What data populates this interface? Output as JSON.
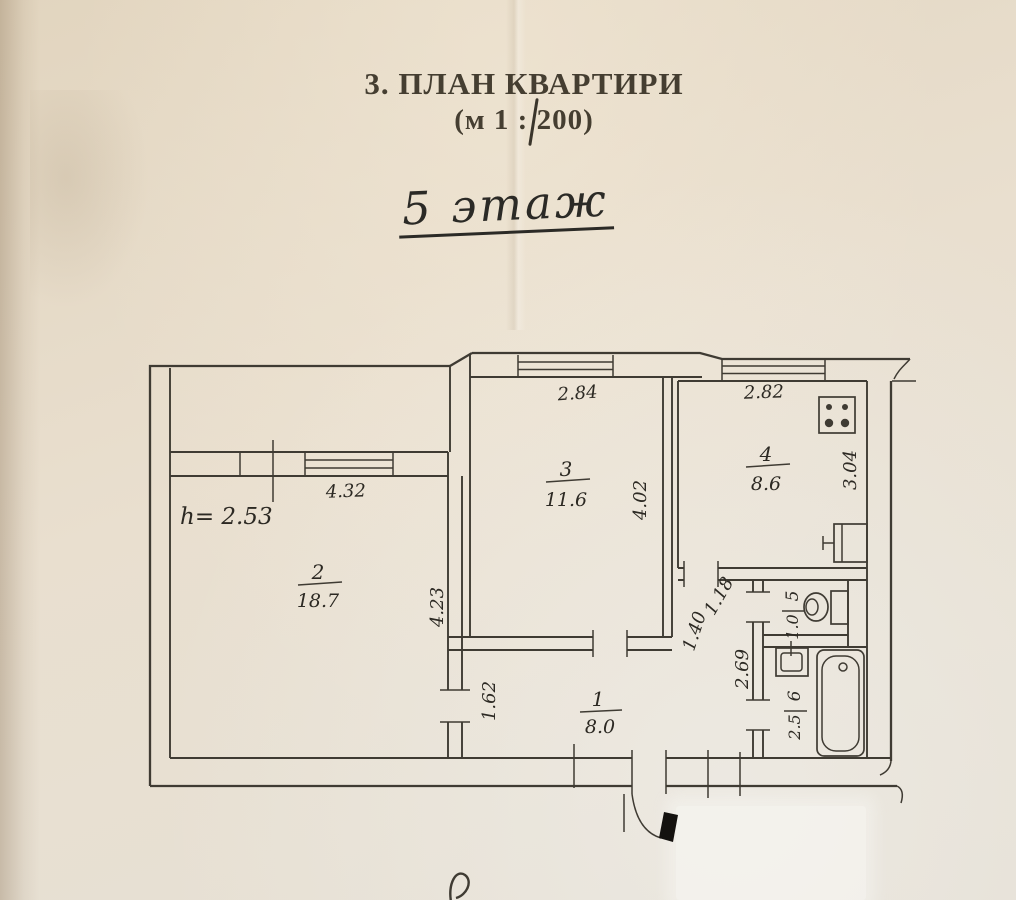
{
  "document": {
    "title": "3. ПЛАН КВАРТИРИ",
    "scale_note": "(м 1 : 200)",
    "floor_note": "5 этаж"
  },
  "plan": {
    "height_note": "h= 2.53",
    "rooms": [
      {
        "number": "1",
        "area": "8.0"
      },
      {
        "number": "2",
        "area": "18.7"
      },
      {
        "number": "3",
        "area": "11.6"
      },
      {
        "number": "4",
        "area": "8.6"
      },
      {
        "number": "5",
        "area": "1.0"
      },
      {
        "number": "6",
        "area": "2.5"
      }
    ],
    "dims": {
      "room2_window_width": "4.32",
      "room3_width": "2.84",
      "kitchen_width": "2.82",
      "room3_depth": "4.02",
      "kitchen_depth": "3.04",
      "room2_depth": "4.23",
      "hall_opening": "1.62",
      "corridor_length": "1.40",
      "corridor_width": "1.18",
      "bath_depth": "2.69"
    },
    "fixture_icons": [
      "stove-icon",
      "sink-icon",
      "toilet-icon",
      "washbasin-icon",
      "bathtub-icon"
    ],
    "colors": {
      "paper": "#e7dcc9",
      "ink": "#3f3b33"
    }
  }
}
